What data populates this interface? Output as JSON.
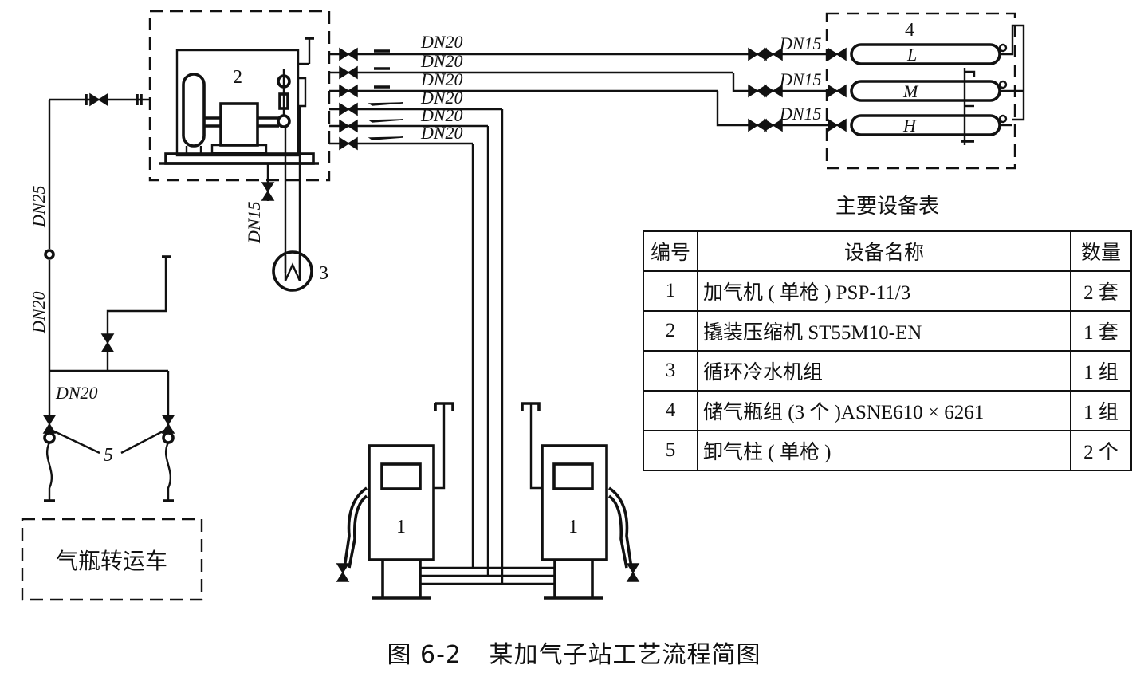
{
  "figure": {
    "caption_number": "图 6-2",
    "caption_title": "某加气子站工艺流程简图"
  },
  "labels": {
    "compressor_no": "2",
    "chiller_no": "3",
    "storage_no": "4",
    "unloading_no": "5",
    "dispenser_no": "1",
    "transport_vehicle": "气瓶转运车",
    "pipe_dn25": "DN25",
    "pipe_dn20_vertical": "DN20",
    "pipe_dn20_branch": "DN20",
    "pipe_dn15_drain": "DN15",
    "outlet_lines": [
      "DN20",
      "DN20",
      "DN20",
      "DN20",
      "DN20",
      "DN20"
    ],
    "storage_inlets": [
      "DN15",
      "DN15",
      "DN15"
    ],
    "cylinders": [
      "L",
      "M",
      "H"
    ]
  },
  "equipment_table": {
    "title": "主要设备表",
    "headers": {
      "no": "编号",
      "name": "设备名称",
      "qty": "数量"
    },
    "rows": [
      {
        "no": "1",
        "name": "加气机 ( 单枪 )    PSP-11/3",
        "qty": "2 套"
      },
      {
        "no": "2",
        "name": "撬装压缩机 ST55M10-EN",
        "qty": "1 套"
      },
      {
        "no": "3",
        "name": "循环冷水机组",
        "qty": "1 组"
      },
      {
        "no": "4",
        "name": "储气瓶组 (3 个 )ASNE610 × 6261",
        "qty": "1 组"
      },
      {
        "no": "5",
        "name": "卸气柱 ( 单枪 )",
        "qty": "2 个"
      }
    ]
  }
}
